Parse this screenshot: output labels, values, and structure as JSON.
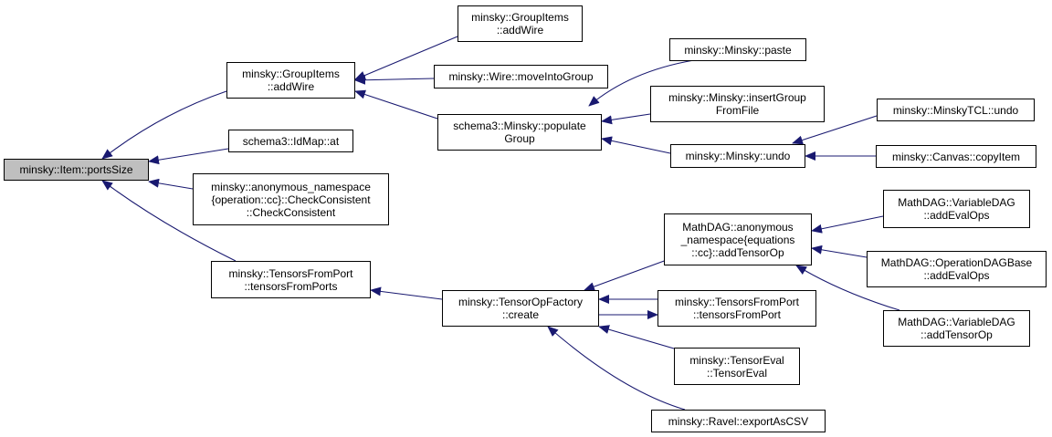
{
  "colors": {
    "edge": "#191970",
    "root_fill": "#bfbfbf",
    "node_fill": "#ffffff",
    "border": "#000000"
  },
  "nodes": [
    {
      "id": "root",
      "lines": [
        "minsky::Item::portsSize"
      ]
    },
    {
      "id": "gi_mid",
      "lines": [
        "minsky::GroupItems",
        "::addWire"
      ]
    },
    {
      "id": "idmap",
      "lines": [
        "schema3::IdMap::at"
      ]
    },
    {
      "id": "checkc",
      "lines": [
        "minsky::anonymous_namespace",
        "{operation::cc}::CheckConsistent",
        "::CheckConsistent"
      ]
    },
    {
      "id": "tfp_ports",
      "lines": [
        "minsky::TensorsFromPort",
        "::tensorsFromPorts"
      ]
    },
    {
      "id": "gi_top",
      "lines": [
        "minsky::GroupItems",
        "::addWire"
      ]
    },
    {
      "id": "wire",
      "lines": [
        "minsky::Wire::moveIntoGroup"
      ]
    },
    {
      "id": "popgroup",
      "lines": [
        "schema3::Minsky::populate",
        "Group"
      ]
    },
    {
      "id": "paste",
      "lines": [
        "minsky::Minsky::paste"
      ]
    },
    {
      "id": "insgroup",
      "lines": [
        "minsky::Minsky::insertGroup",
        "FromFile"
      ]
    },
    {
      "id": "undo",
      "lines": [
        "minsky::Minsky::undo"
      ]
    },
    {
      "id": "tclundo",
      "lines": [
        "minsky::MinskyTCL::undo"
      ]
    },
    {
      "id": "copyitem",
      "lines": [
        "minsky::Canvas::copyItem"
      ]
    },
    {
      "id": "create",
      "lines": [
        "minsky::TensorOpFactory",
        "::create"
      ]
    },
    {
      "id": "addtensorop",
      "lines": [
        "MathDAG::anonymous",
        "_namespace{equations",
        "::cc}::addTensorOp"
      ]
    },
    {
      "id": "tfp_port",
      "lines": [
        "minsky::TensorsFromPort",
        "::tensorsFromPort"
      ]
    },
    {
      "id": "tensoreval",
      "lines": [
        "minsky::TensorEval",
        "::TensorEval"
      ]
    },
    {
      "id": "ravel",
      "lines": [
        "minsky::Ravel::exportAsCSV"
      ]
    },
    {
      "id": "vdag_eval",
      "lines": [
        "MathDAG::VariableDAG",
        "::addEvalOps"
      ]
    },
    {
      "id": "odag_eval",
      "lines": [
        "MathDAG::OperationDAGBase",
        "::addEvalOps"
      ]
    },
    {
      "id": "vdag_tensor",
      "lines": [
        "MathDAG::VariableDAG",
        "::addTensorOp"
      ]
    }
  ]
}
